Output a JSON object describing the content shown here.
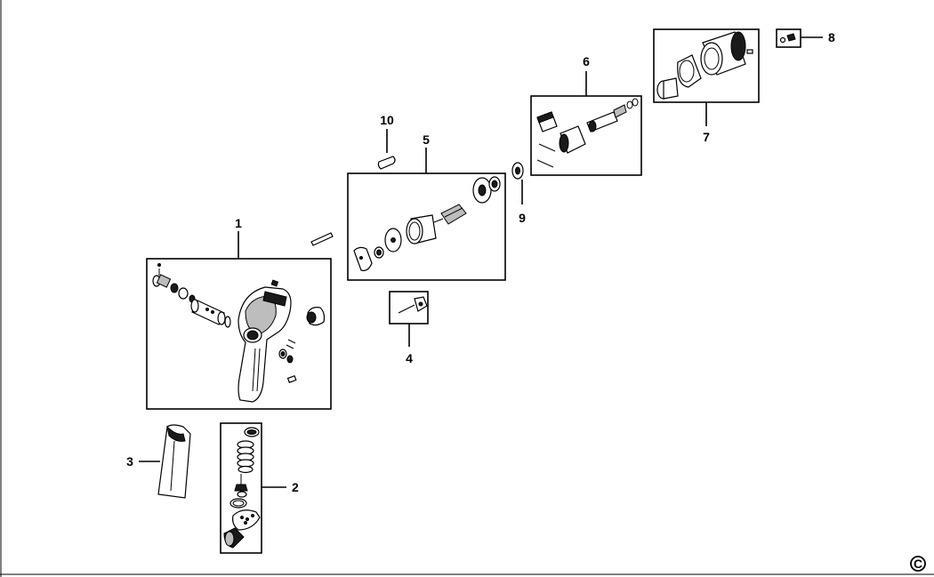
{
  "parts": [
    {
      "label": "1"
    },
    {
      "label": "2"
    },
    {
      "label": "3"
    },
    {
      "label": "4"
    },
    {
      "label": "5"
    },
    {
      "label": "6"
    },
    {
      "label": "7"
    },
    {
      "label": "8"
    },
    {
      "label": "9"
    },
    {
      "label": "10"
    }
  ],
  "copyright_symbol": "C"
}
